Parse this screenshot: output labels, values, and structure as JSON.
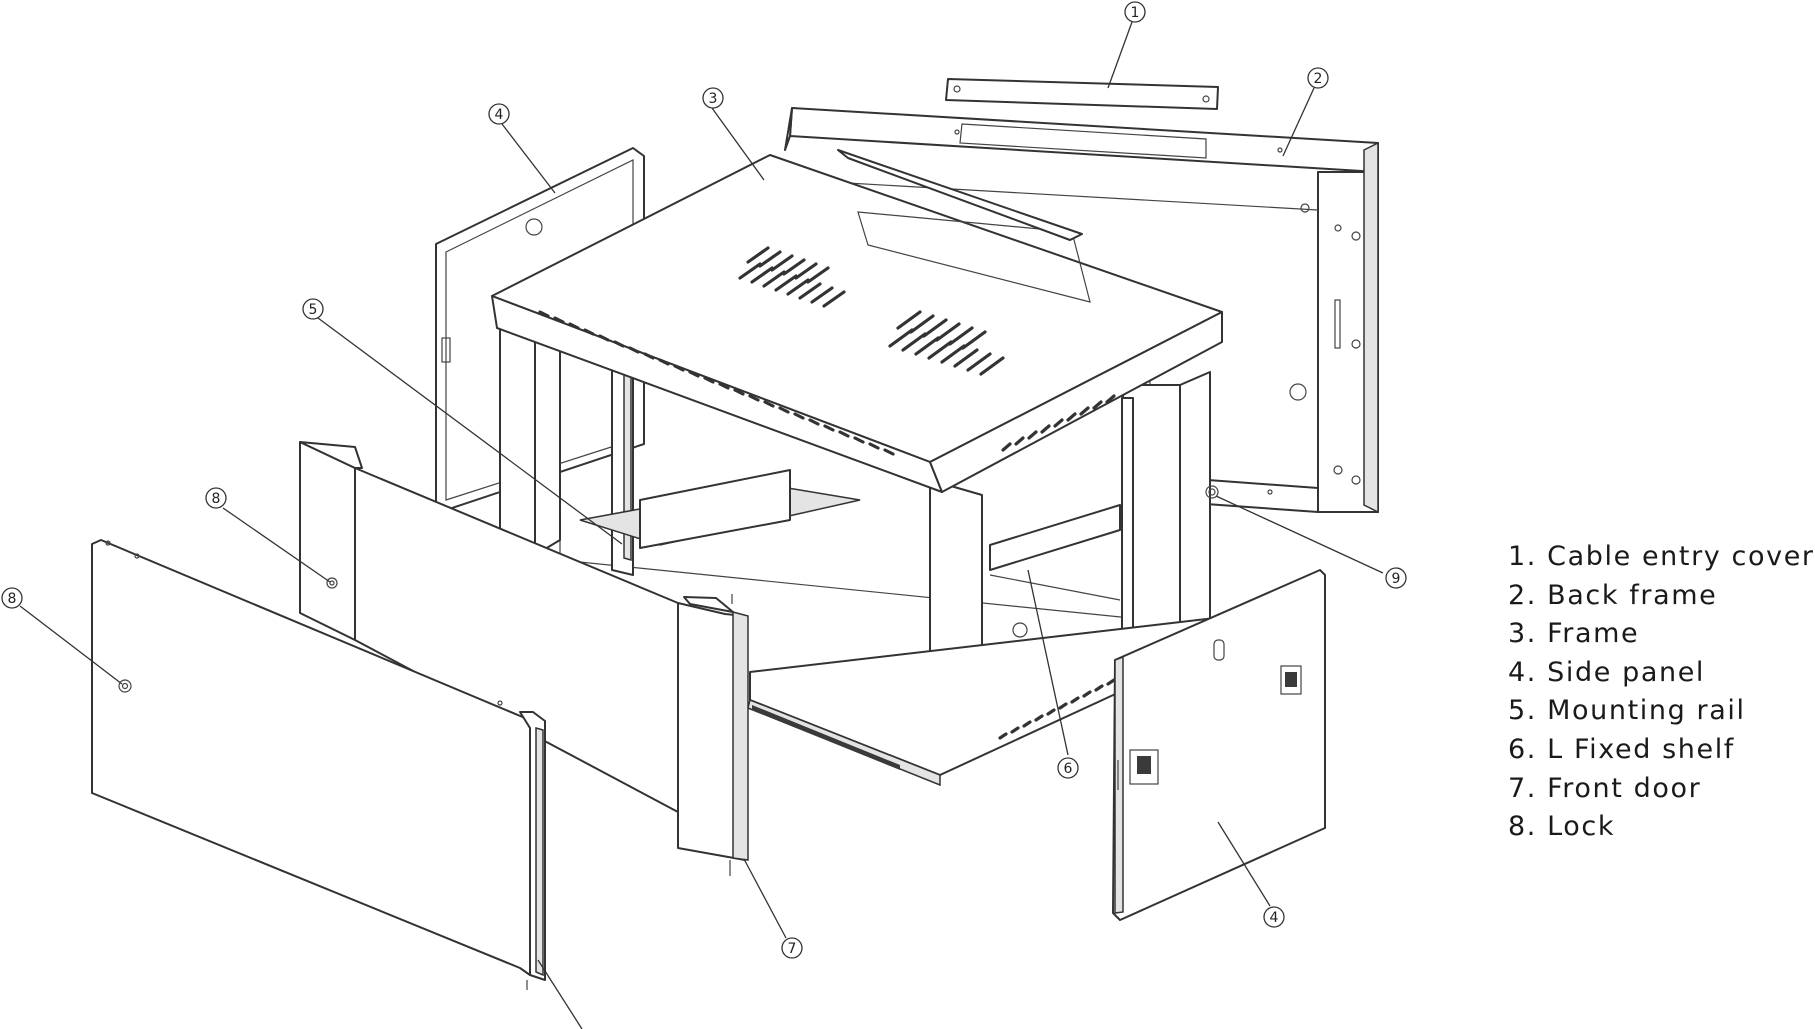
{
  "callouts": [
    {
      "num": "1"
    },
    {
      "num": "2"
    },
    {
      "num": "3"
    },
    {
      "num": "4"
    },
    {
      "num": "5"
    },
    {
      "num": "8"
    },
    {
      "num": "8"
    },
    {
      "num": "7"
    },
    {
      "num": "6"
    },
    {
      "num": "4"
    },
    {
      "num": "9"
    }
  ],
  "legend": [
    "1. Cable entry cover",
    "2. Back frame",
    "3. Frame",
    "4. Side panel",
    "5. Mounting rail",
    "6. L Fixed shelf",
    "7. Front door",
    "8. Lock"
  ]
}
